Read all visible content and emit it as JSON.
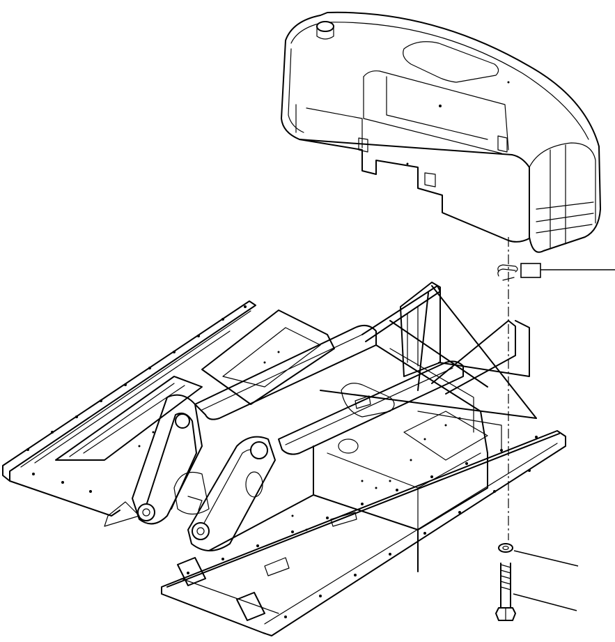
{
  "diagram": {
    "parts": [
      {
        "id": "counterweight",
        "icon": "counterweight-drawing"
      },
      {
        "id": "revolving-frame",
        "icon": "revolving-frame-drawing"
      },
      {
        "id": "shim",
        "icon": "shim-drawing"
      },
      {
        "id": "washer",
        "icon": "washer-drawing"
      },
      {
        "id": "bolt",
        "icon": "bolt-drawing"
      }
    ],
    "callouts": [
      {
        "target": "shim"
      },
      {
        "target": "washer"
      },
      {
        "target": "bolt"
      }
    ],
    "colors": {
      "line": "#000000",
      "background": "#ffffff"
    }
  }
}
